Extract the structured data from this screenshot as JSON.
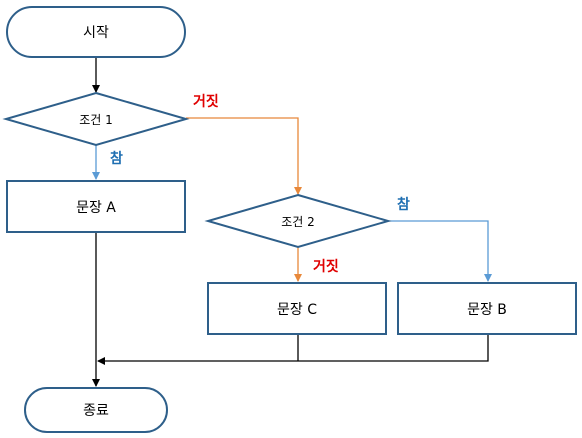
{
  "nodes": {
    "start": "시작",
    "condition1": "조건 1",
    "statementA": "문장 A",
    "condition2": "조건 2",
    "statementC": "문장 C",
    "statementB": "문장 B",
    "end": "종료"
  },
  "edge_labels": {
    "c1_false": "거짓",
    "c1_true": "참",
    "c2_true": "참",
    "c2_false": "거짓"
  },
  "colors": {
    "shape_border": "#2e5f8a",
    "arrow_black": "#000000",
    "arrow_orange": "#e8883a",
    "arrow_blue": "#5b9bd5",
    "label_true": "#1f6fb2",
    "label_false": "#e00000"
  }
}
